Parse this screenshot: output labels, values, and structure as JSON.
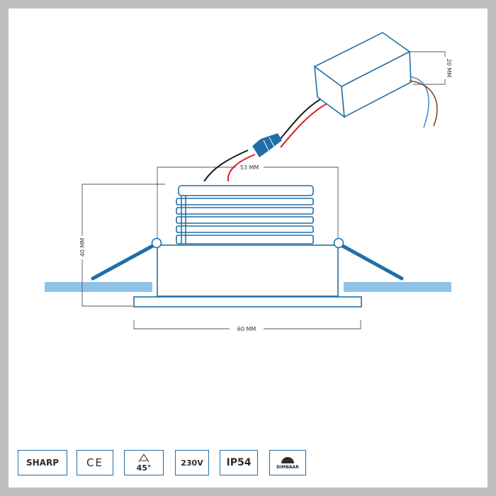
{
  "dimensions": {
    "top_width": "53 MM",
    "height": "40 MM",
    "bottom_width": "60 MM",
    "driver_height": "20 MM"
  },
  "badges": {
    "brand": "SHARP",
    "ce": "CE",
    "beam_angle": "45°",
    "voltage": "230V",
    "ip_rating": "IP54",
    "dimmable": "DIMBAAR"
  },
  "colors": {
    "line": "#1f6fa6",
    "ceiling": "#8fc3e6",
    "wire_red": "#d32027",
    "wire_black": "#1a1a1a",
    "wire_blue": "#3f8fd2",
    "wire_brown": "#7a4b2a",
    "border": "#bdbec0"
  }
}
